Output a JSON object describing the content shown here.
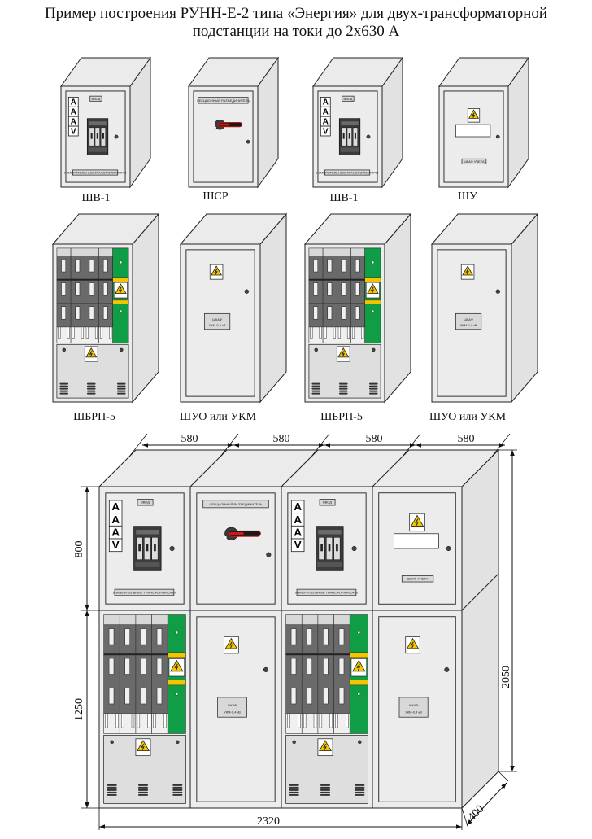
{
  "title": {
    "line1": "Пример построения РУНН-Е-2 типа «Энергия» для двух-трансформаторной",
    "line2": "подстанции на токи до 2х630 А"
  },
  "colors": {
    "cabinet_front": "#ececec",
    "cabinet_side": "#e2e2e2",
    "breaker_dark": "#6b6b6b",
    "busbar_green": "#0f9d45",
    "warning_yellow": "#f2c500",
    "handle_red": "#d01818"
  },
  "row1": [
    {
      "type": "input",
      "caption": "ШВ-1",
      "meters": [
        "A",
        "A",
        "A",
        "V"
      ],
      "plate_top": "ВВОД",
      "plate_bottom": "ИЗМЕРИТЕЛЬНЫЕ ТРАНСФОРМАТОРЫ"
    },
    {
      "type": "sectional",
      "caption": "ШСР",
      "plate_top": "СЕКЦИОННЫЙ РАЗЪЕДИНИТЕЛЬ"
    },
    {
      "type": "input",
      "caption": "ШВ-1",
      "meters": [
        "A",
        "A",
        "A",
        "V"
      ],
      "plate_top": "ВВОД",
      "plate_bottom": "ИЗМЕРИТЕЛЬНЫЕ ТРАНСФОРМАТОРЫ"
    },
    {
      "type": "metering",
      "caption": "ШУ",
      "plate_bottom": "ШКАФ УЧЕТА"
    }
  ],
  "row2": [
    {
      "type": "distribution",
      "caption": "ШБРП-5"
    },
    {
      "type": "compensation",
      "caption": "ШУО или УКМ",
      "plate_line1": "ШКАФ",
      "plate_line2": "УКМ-0,4 кВ"
    },
    {
      "type": "distribution",
      "caption": "ШБРП-5"
    },
    {
      "type": "compensation",
      "caption": "ШУО или УКМ",
      "plate_line1": "ШКАФ",
      "plate_line2": "УКМ-0,4 кВ"
    }
  ],
  "assembly": {
    "widths": [
      "580",
      "580",
      "580",
      "580"
    ],
    "upper_height": "800",
    "lower_height": "1250",
    "total_height": "2050",
    "total_width": "2320",
    "depth": "400"
  }
}
